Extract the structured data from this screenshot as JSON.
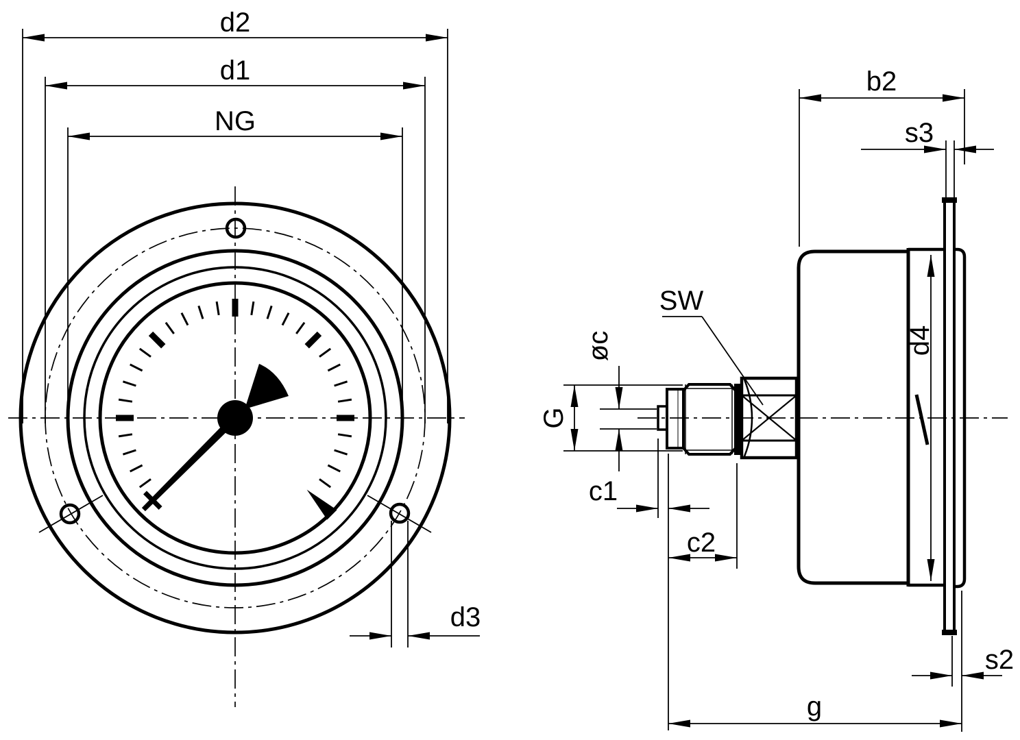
{
  "drawing": {
    "type": "technical dimensional drawing",
    "subject": "pressure gauge with front flange, front view and side view",
    "colors": {
      "line": "#000000",
      "background": "#ffffff"
    },
    "front_view": {
      "d2": "d2",
      "d1": "d1",
      "ng": "NG",
      "d3": "d3"
    },
    "side_view": {
      "b2": "b2",
      "s3": "s3",
      "sw": "SW",
      "c_dia": "øc",
      "g_thread": "G",
      "c1": "c1",
      "c2": "c2",
      "d4": "d4",
      "s2": "s2",
      "g_total": "g"
    }
  }
}
